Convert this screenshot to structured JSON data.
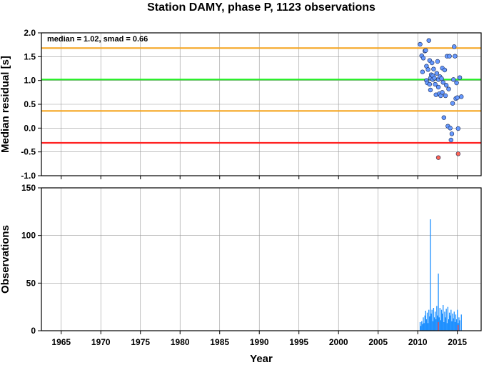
{
  "chart_data": [
    {
      "type": "scatter",
      "title": "Station DAMY, phase P, 1123 observations",
      "xlabel": "",
      "ylabel": "Median residual [s]",
      "xlim": [
        1962.5,
        2018
      ],
      "ylim": [
        -1.0,
        2.0
      ],
      "grid": true,
      "yticks": [
        "2.0",
        "1.5",
        "1.0",
        "0.5",
        "0.0",
        "-0.5",
        "-1.0"
      ],
      "annotation": "median = 1.02, smad = 0.66",
      "reference_lines": [
        {
          "y": 1.68,
          "color": "#f5a623"
        },
        {
          "y": 1.02,
          "color": "#22ee22"
        },
        {
          "y": 0.36,
          "color": "#f5a623"
        },
        {
          "y": -0.31,
          "color": "#ff2222"
        }
      ],
      "series": [
        {
          "color": "#6699ff",
          "x": [
            2010.3,
            2010.5,
            2010.6,
            2010.7,
            2010.9,
            2011.0,
            2011.1,
            2011.1,
            2011.2,
            2011.3,
            2011.4,
            2011.5,
            2011.5,
            2011.6,
            2011.6,
            2011.7,
            2011.8,
            2011.9,
            2011.9,
            2012.0,
            2012.1,
            2012.2,
            2012.3,
            2012.4,
            2012.5,
            2012.6,
            2012.6,
            2012.7,
            2012.8,
            2012.9,
            2013.0,
            2013.1,
            2013.1,
            2013.2,
            2013.3,
            2013.4,
            2013.5,
            2013.6,
            2013.7,
            2013.8,
            2013.9,
            2014.0,
            2014.1,
            2014.2,
            2014.3,
            2014.4,
            2014.5,
            2014.6,
            2014.7,
            2014.8,
            2014.9,
            2015.0,
            2015.1,
            2015.3,
            2015.5
          ],
          "y": [
            1.76,
            1.52,
            1.18,
            1.47,
            1.62,
            1.63,
            1.0,
            1.3,
            0.95,
            1.23,
            1.84,
            0.92,
            1.42,
            0.8,
            1.05,
            1.12,
            1.37,
            1.02,
            1.1,
            1.24,
            1.05,
            0.92,
            0.7,
            1.15,
            1.4,
            1.02,
            0.86,
            0.72,
            1.08,
            0.68,
            1.04,
            0.75,
            1.26,
            0.96,
            0.22,
            1.22,
            0.68,
            0.9,
            1.51,
            0.04,
            0.82,
            1.51,
            0.0,
            -0.25,
            -0.12,
            0.52,
            1.02,
            1.71,
            1.51,
            0.62,
            0.95,
            0.64,
            -0.01,
            1.06,
            0.66
          ]
        },
        {
          "color": "#ff6655",
          "x": [
            2012.6,
            2015.1
          ],
          "y": [
            -0.62,
            -0.54
          ]
        }
      ]
    },
    {
      "type": "bar",
      "xlabel": "Year",
      "ylabel": "Observations",
      "xlim": [
        1962.5,
        2018
      ],
      "ylim": [
        0,
        150
      ],
      "grid": true,
      "xticks": [
        "1965",
        "1970",
        "1975",
        "1980",
        "1985",
        "1990",
        "1995",
        "2000",
        "2005",
        "2010",
        "2015"
      ],
      "yticks": [
        "150",
        "100",
        "50",
        "0"
      ],
      "series": [
        {
          "color": "#1e90ff",
          "x": [
            2010.3,
            2010.4,
            2010.5,
            2010.6,
            2010.7,
            2010.8,
            2010.9,
            2011.0,
            2011.1,
            2011.2,
            2011.3,
            2011.4,
            2011.5,
            2011.6,
            2011.7,
            2011.8,
            2011.9,
            2012.0,
            2012.1,
            2012.2,
            2012.3,
            2012.4,
            2012.5,
            2012.6,
            2012.7,
            2012.8,
            2012.9,
            2013.0,
            2013.1,
            2013.2,
            2013.3,
            2013.4,
            2013.5,
            2013.6,
            2013.7,
            2013.8,
            2013.9,
            2014.0,
            2014.1,
            2014.2,
            2014.3,
            2014.4,
            2014.5,
            2014.6,
            2014.7,
            2014.8,
            2014.9,
            2015.0,
            2015.1,
            2015.2,
            2015.3,
            2015.5
          ],
          "values": [
            9,
            5,
            10,
            7,
            14,
            8,
            16,
            21,
            12,
            19,
            8,
            22,
            15,
            117,
            18,
            22,
            10,
            24,
            14,
            20,
            12,
            26,
            16,
            60,
            14,
            24,
            11,
            22,
            18,
            27,
            9,
            20,
            14,
            23,
            8,
            25,
            12,
            19,
            16,
            22,
            10,
            18,
            13,
            20,
            9,
            17,
            12,
            22,
            8,
            14,
            11,
            17
          ]
        },
        {
          "color": "#ff4444",
          "x": [
            2012.6,
            2015.1
          ],
          "values": [
            9,
            6
          ]
        }
      ]
    }
  ]
}
